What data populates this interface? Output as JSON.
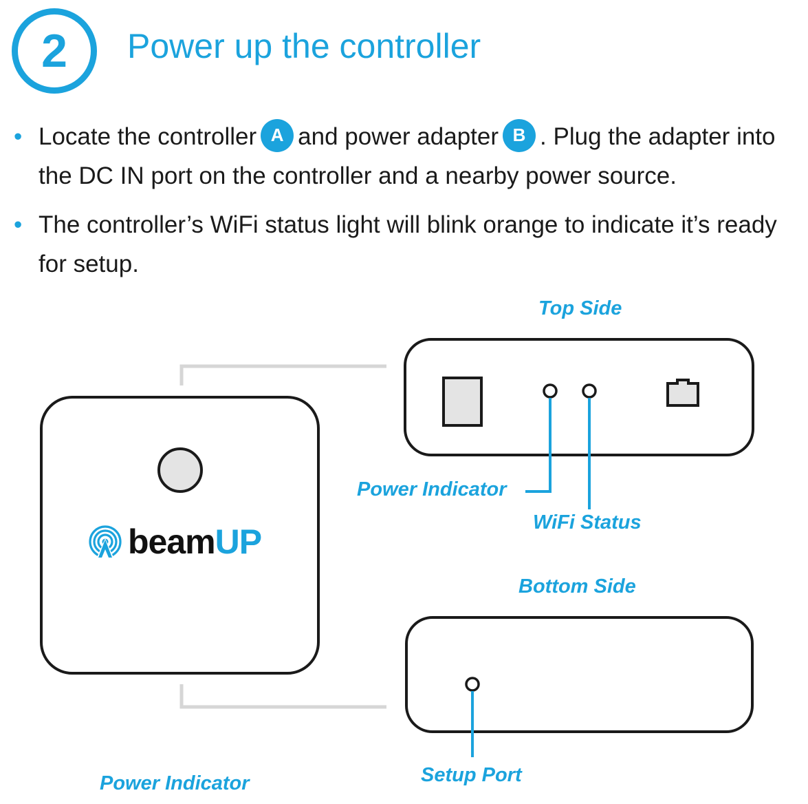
{
  "step": {
    "number": "2",
    "title": "Power up the controller"
  },
  "bullets": {
    "b1": {
      "part1": "Locate the controller",
      "badge_a": "A",
      "part2": "and power adapter",
      "badge_b": "B",
      "part3": ". Plug the adapter into the DC IN port on the controller and a nearby power source."
    },
    "b2": {
      "text": "The controller’s WiFi status light will blink orange to indicate it’s ready for setup."
    },
    "dot": "•"
  },
  "labels": {
    "top_side": "Top Side",
    "power_indicator": "Power Indicator",
    "wifi_status": "WiFi Status",
    "bottom_side": "Bottom Side",
    "setup_port": "Setup Port",
    "power_indicator_front": "Power Indicator"
  },
  "logo": {
    "brand_main": "beam",
    "brand_accent": "UP",
    "icon": "broadcast-icon"
  },
  "colors": {
    "accent": "#1ba3dd",
    "outline": "#1a1a1a",
    "connector": "#d6d6d6",
    "fill_gray": "#e4e4e4"
  }
}
